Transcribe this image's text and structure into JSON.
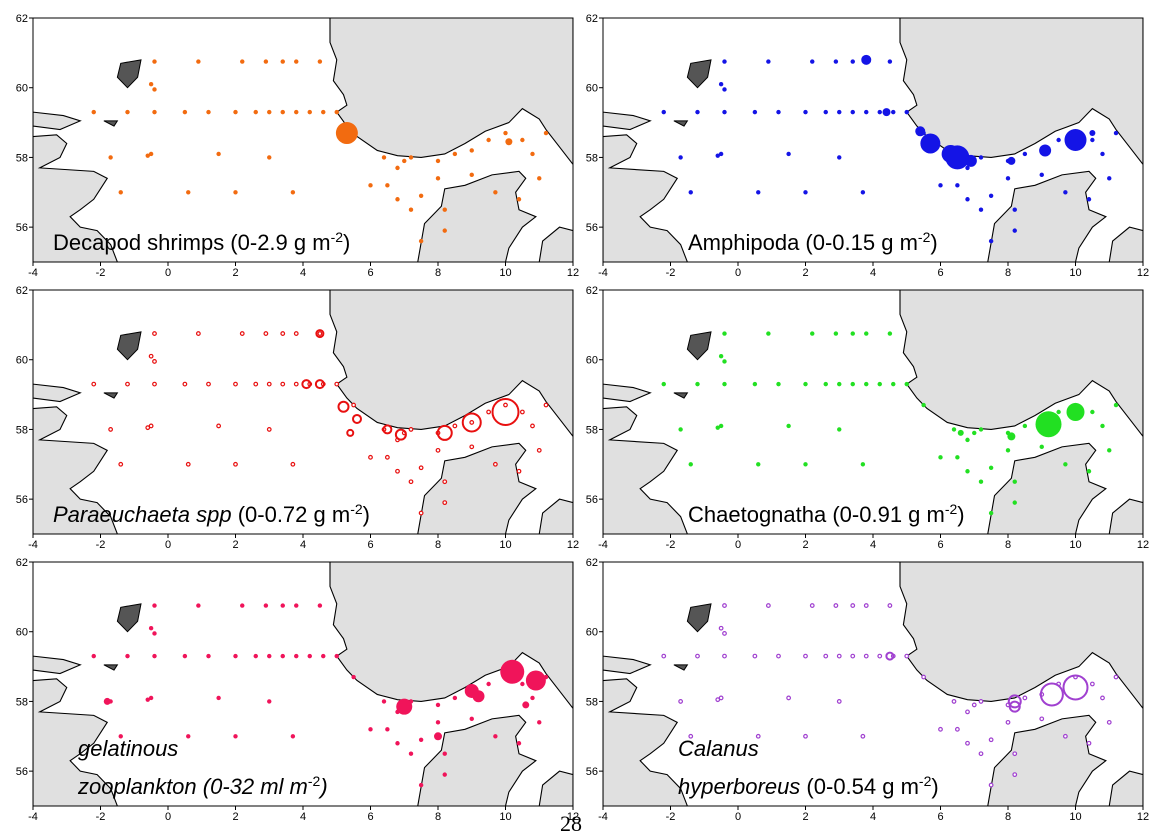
{
  "figure": {
    "x_ticks": [
      -4,
      -2,
      0,
      2,
      4,
      6,
      8,
      10,
      12
    ],
    "y_ticks": [
      56,
      58,
      60,
      62
    ],
    "page_number": "28",
    "land_color": "#e0e0e0",
    "coast_color": "#000000"
  },
  "panels": [
    {
      "id": "decapod",
      "label_parts": [
        {
          "t": "Decapod shrimps (0-2.9 g m",
          "s": ""
        },
        {
          "t": "-2",
          "s": "sup"
        },
        {
          "t": ")",
          "s": ""
        }
      ],
      "color": "#f26b10",
      "filled": true
    },
    {
      "id": "amphipoda",
      "label_parts": [
        {
          "t": "Amphipoda (0-0.15 g m",
          "s": ""
        },
        {
          "t": "-2",
          "s": "sup"
        },
        {
          "t": ")",
          "s": ""
        }
      ],
      "color": "#1414e6",
      "filled": true
    },
    {
      "id": "paraeuchaeta",
      "label_parts": [
        {
          "t": "Paraeuchaeta spp",
          "s": "italic"
        },
        {
          "t": " (0-0.72 g m",
          "s": ""
        },
        {
          "t": "-2",
          "s": "sup"
        },
        {
          "t": ")",
          "s": ""
        }
      ],
      "color": "#e81010",
      "filled": false
    },
    {
      "id": "chaetognatha",
      "label_parts": [
        {
          "t": "Chaetognatha (0-0.91 g m",
          "s": ""
        },
        {
          "t": "-2",
          "s": "sup"
        },
        {
          "t": ")",
          "s": ""
        }
      ],
      "color": "#22e022",
      "filled": true
    },
    {
      "id": "gelatinous",
      "label_lines": [
        [
          {
            "t": "gelatinous",
            "s": "italic"
          }
        ],
        [
          {
            "t": "zooplankton (0-32 ml m",
            "s": "italic"
          },
          {
            "t": "-2",
            "s": "sup"
          },
          {
            "t": ")",
            "s": "italic"
          }
        ]
      ],
      "color": "#f0145a",
      "filled": true
    },
    {
      "id": "calanus",
      "label_lines": [
        [
          {
            "t": "Calanus",
            "s": "italic"
          }
        ],
        [
          {
            "t": "hyperboreus",
            "s": "italic"
          },
          {
            "t": " (0-0.54 g m",
            "s": ""
          },
          {
            "t": "-2",
            "s": "sup"
          },
          {
            "t": ")",
            "s": ""
          }
        ]
      ],
      "color": "#a040d0",
      "filled": false
    }
  ],
  "stations": {
    "base": [
      [
        -2.2,
        59.3
      ],
      [
        -1.2,
        59.3
      ],
      [
        -0.4,
        59.3
      ],
      [
        0.5,
        59.3
      ],
      [
        1.2,
        59.3
      ],
      [
        2.0,
        59.3
      ],
      [
        2.6,
        59.3
      ],
      [
        3.0,
        59.3
      ],
      [
        3.4,
        59.3
      ],
      [
        3.8,
        59.3
      ],
      [
        4.2,
        59.3
      ],
      [
        4.6,
        59.3
      ],
      [
        5.0,
        59.3
      ],
      [
        -0.4,
        60.75
      ],
      [
        0.9,
        60.75
      ],
      [
        2.2,
        60.75
      ],
      [
        2.9,
        60.75
      ],
      [
        3.4,
        60.75
      ],
      [
        3.8,
        60.75
      ],
      [
        4.5,
        60.75
      ],
      [
        -0.5,
        60.1
      ],
      [
        -0.4,
        59.95
      ],
      [
        -1.7,
        58.0
      ],
      [
        -0.6,
        58.05
      ],
      [
        -0.5,
        58.1
      ],
      [
        1.5,
        58.1
      ],
      [
        3.0,
        58.0
      ],
      [
        -1.4,
        57.0
      ],
      [
        0.6,
        57.0
      ],
      [
        2.0,
        57.0
      ],
      [
        3.7,
        57.0
      ],
      [
        5.5,
        58.7
      ],
      [
        6.0,
        57.2
      ],
      [
        6.4,
        58.0
      ],
      [
        6.5,
        57.2
      ],
      [
        6.8,
        57.7
      ],
      [
        7.0,
        57.9
      ],
      [
        7.5,
        56.9
      ],
      [
        8.0,
        57.4
      ],
      [
        7.2,
        58.0
      ],
      [
        8.2,
        56.5
      ],
      [
        8.0,
        57.9
      ],
      [
        8.5,
        58.1
      ],
      [
        9.0,
        58.2
      ],
      [
        9.5,
        58.5
      ],
      [
        10.0,
        58.7
      ],
      [
        10.5,
        58.5
      ],
      [
        10.8,
        58.1
      ],
      [
        11.0,
        57.4
      ],
      [
        11.2,
        58.7
      ],
      [
        9.0,
        57.5
      ],
      [
        9.7,
        57.0
      ],
      [
        10.4,
        56.8
      ],
      [
        7.2,
        56.5
      ],
      [
        6.8,
        56.8
      ],
      [
        8.2,
        55.9
      ],
      [
        7.5,
        55.6
      ]
    ],
    "decapod_big": [
      [
        5.3,
        58.7,
        11
      ],
      [
        10.1,
        58.45,
        3.5
      ]
    ],
    "amphipoda_big": [
      [
        3.8,
        60.8,
        5
      ],
      [
        4.4,
        59.3,
        4
      ],
      [
        5.4,
        58.75,
        5
      ],
      [
        5.7,
        58.4,
        10
      ],
      [
        6.3,
        58.1,
        9
      ],
      [
        6.5,
        58.0,
        12
      ],
      [
        6.9,
        57.9,
        6
      ],
      [
        8.1,
        57.9,
        4
      ],
      [
        9.1,
        58.2,
        6
      ],
      [
        10.0,
        58.5,
        11
      ],
      [
        10.5,
        58.7,
        3
      ]
    ],
    "paraeuchaeta_big": [
      [
        4.1,
        59.3,
        4
      ],
      [
        4.5,
        59.3,
        4
      ],
      [
        4.5,
        60.75,
        3.5
      ],
      [
        5.2,
        58.65,
        5
      ],
      [
        5.6,
        58.3,
        4
      ],
      [
        6.5,
        58.0,
        4
      ],
      [
        6.9,
        57.85,
        5
      ],
      [
        8.2,
        57.9,
        7
      ],
      [
        9.0,
        58.2,
        9
      ],
      [
        10.0,
        58.5,
        13
      ],
      [
        5.4,
        57.9,
        3
      ]
    ],
    "chaetognatha_big": [
      [
        9.2,
        58.15,
        13
      ],
      [
        10.0,
        58.5,
        9
      ],
      [
        8.1,
        57.8,
        4
      ],
      [
        6.6,
        57.9,
        3
      ]
    ],
    "gelatinous_big": [
      [
        -1.8,
        58.0,
        3.5
      ],
      [
        7.0,
        57.85,
        8
      ],
      [
        9.0,
        58.3,
        7
      ],
      [
        9.2,
        58.15,
        6
      ],
      [
        10.2,
        58.85,
        12
      ],
      [
        10.9,
        58.6,
        10
      ],
      [
        8.0,
        57.0,
        4
      ],
      [
        10.6,
        57.9,
        3.5
      ]
    ],
    "calanus_big": [
      [
        8.2,
        58.0,
        6
      ],
      [
        8.2,
        57.85,
        5
      ],
      [
        9.3,
        58.2,
        11
      ],
      [
        10.0,
        58.4,
        12
      ],
      [
        4.5,
        59.3,
        3.5
      ]
    ]
  }
}
